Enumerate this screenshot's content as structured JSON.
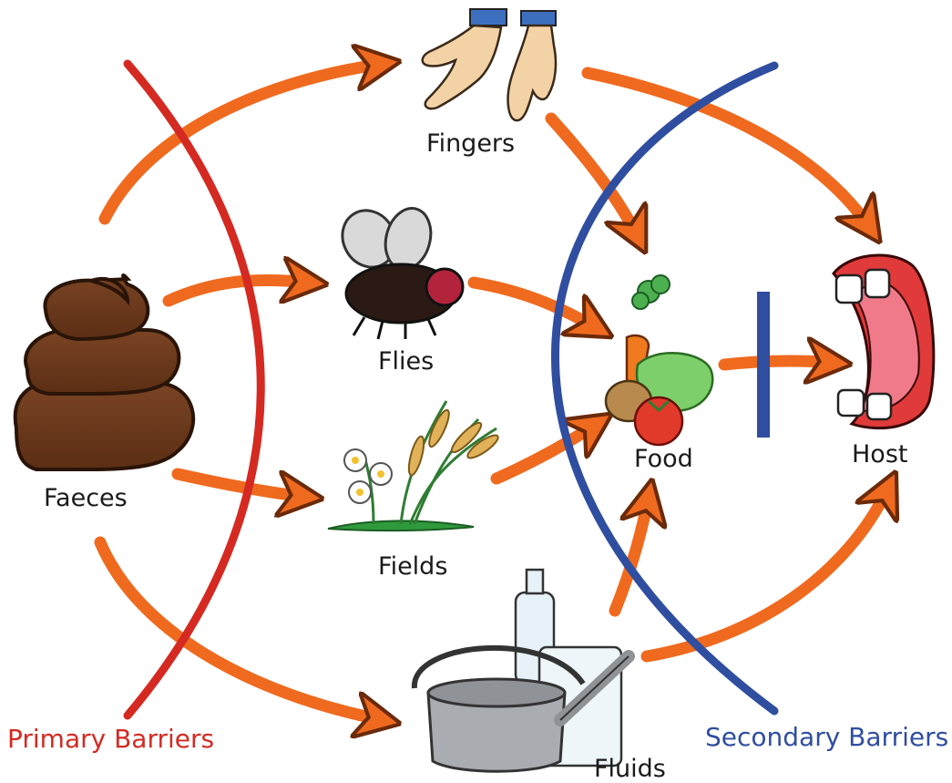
{
  "nodes": {
    "faeces": "Faeces",
    "fingers": "Fingers",
    "flies": "Flies",
    "fields": "Fields",
    "fluids": "Fluids",
    "food": "Food",
    "host": "Host"
  },
  "barriers": {
    "primary": {
      "label": "Primary Barriers",
      "color": "#d42a22"
    },
    "secondary": {
      "label": "Secondary Barriers",
      "color": "#2f4ea0"
    }
  },
  "colors": {
    "arrow": "#ef6a1f",
    "arrow_outline": "#6b2a0a",
    "faeces": "#6b3a1f",
    "block_bar": "#2f4ea0"
  },
  "icons": {
    "fingers": "hands-icon",
    "flies": "fly-icon",
    "fields": "field-plants-icon",
    "fluids": "watering-can-icon",
    "food": "vegetables-icon",
    "host": "mouth-icon",
    "faeces": "faeces-icon"
  }
}
